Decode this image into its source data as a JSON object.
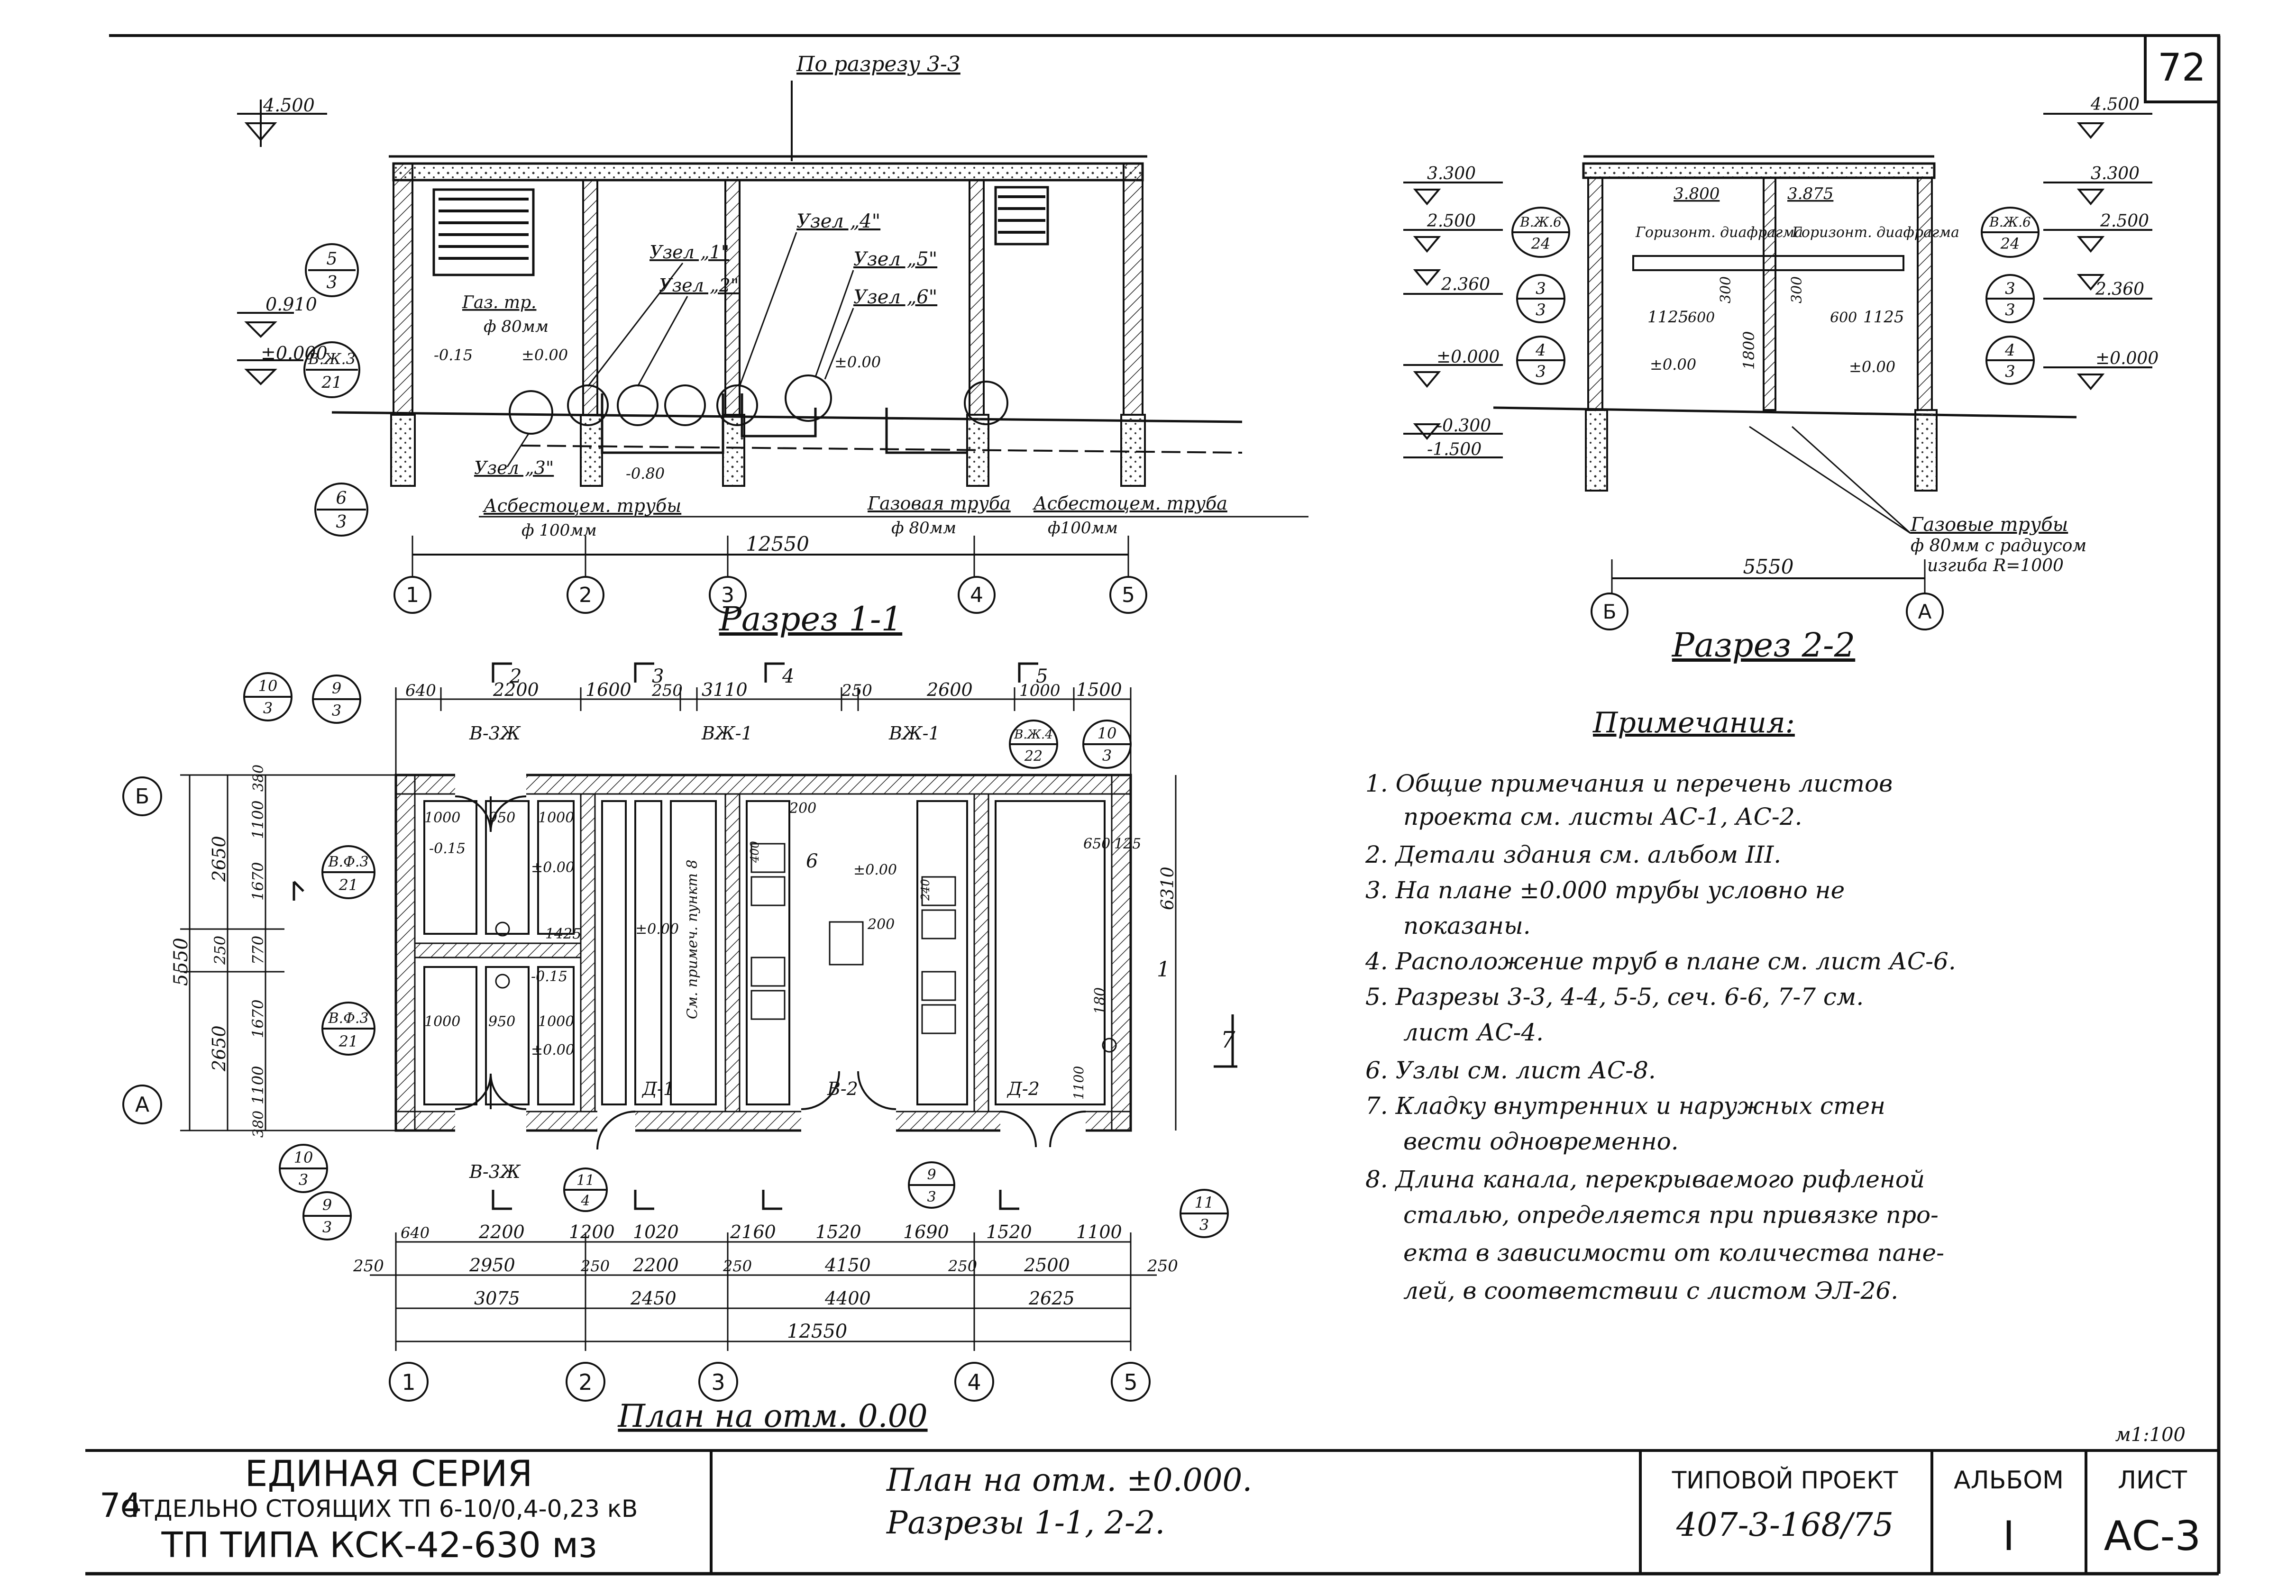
{
  "sheet_number": "72",
  "section_1_1": {
    "title": "Разрез 1-1",
    "ref_label": "По разрезу 3-3",
    "levels": [
      "4.500",
      "0.910",
      "±0.000"
    ],
    "callouts": [
      "Узел „1\"",
      "Узел „2\"",
      "Узел „3\"",
      "Узел „4\"",
      "Узел „5\"",
      "Узел „6\""
    ],
    "pipe_labels": [
      "Газ. тр.",
      "ф 80мм",
      "Асбестоцем. трубы",
      "ф 100мм",
      "Газовая труба",
      "ф 80мм",
      "Асбестоцем. труба",
      "ф100мм"
    ],
    "local_levels": [
      "-0.15",
      "±0.00",
      "-0.80",
      "±0.00"
    ],
    "dim_total": "12550",
    "axes": [
      "1",
      "2",
      "3",
      "4",
      "5"
    ],
    "circle_marks": [
      {
        "top": "5",
        "bottom": "3"
      },
      {
        "top": "В.Ж.3",
        "bottom": "21"
      },
      {
        "top": "6",
        "bottom": "3"
      }
    ]
  },
  "section_2_2": {
    "title": "Разрез 2-2",
    "levels_left": [
      "3.300",
      "2.500",
      "2.360",
      "±0.000",
      "-0.300",
      "-1.500"
    ],
    "levels_right": [
      "4.500",
      "3.300",
      "2.500",
      "2.360",
      "±0.000"
    ],
    "labels": [
      "Горизонт. диафрагма",
      "Горизонт. диафрагма"
    ],
    "dims": [
      "3.800",
      "3.875",
      "1125",
      "600",
      "300",
      "1800",
      "300",
      "600",
      "1125"
    ],
    "local_levels": [
      "±0.00",
      "±0.00"
    ],
    "pipe_note": [
      "Газовые трубы",
      "ф 80мм с радиусом",
      "изгиба R=1000"
    ],
    "dim_total": "5550",
    "axes": [
      "Б",
      "А"
    ],
    "circle_marks": [
      {
        "top": "В.Ж.6",
        "bottom": "24"
      },
      {
        "top": "3",
        "bottom": "3"
      },
      {
        "top": "4",
        "bottom": "3"
      },
      {
        "top": "В.Ж.6",
        "bottom": "24"
      },
      {
        "top": "3",
        "bottom": "3"
      },
      {
        "top": "4",
        "bottom": "3"
      }
    ]
  },
  "plan": {
    "title": "План на отм. 0.00",
    "top_dims": [
      "640",
      "2200",
      "1600",
      "250",
      "3110",
      "250",
      "2600",
      "1000",
      "1500"
    ],
    "bottom_dims_1": [
      "640",
      "2200",
      "1200",
      "1020",
      "2160",
      "1520",
      "1690",
      "1520",
      "1100"
    ],
    "bottom_dims_2": [
      "250",
      "2950",
      "250",
      "2200",
      "250",
      "4150",
      "250",
      "2500",
      "250"
    ],
    "bottom_dims_3": [
      "3075",
      "2450",
      "4400",
      "2625"
    ],
    "dim_total": "12550",
    "left_dims": [
      "380",
      "1100",
      "1670",
      "770",
      "250",
      "1670",
      "1100",
      "380"
    ],
    "left_dims_2": [
      "2650",
      "250",
      "2650"
    ],
    "left_total": "5550",
    "right_dims": [
      "6310",
      "650",
      "125",
      "180",
      "1100"
    ],
    "rooms": [
      "В-3Ж",
      "ВЖ-1",
      "ВЖ-1",
      "В-2",
      "Д-1",
      "Д-2",
      "В-3Ж"
    ],
    "inner_dims": [
      "1000",
      "950",
      "1000",
      "1425",
      "1000",
      "950",
      "1000",
      "400",
      "240",
      "200",
      "200"
    ],
    "local_levels": [
      "-0.15",
      "±0.00",
      "±0.00",
      "±0.00",
      "-0.15",
      "±0.00"
    ],
    "room_note": "См. примеч. пункт 8",
    "section_marks": [
      "2",
      "3",
      "4",
      "5",
      "6",
      "7",
      "1"
    ],
    "axes_h": [
      "1",
      "2",
      "3",
      "4",
      "5"
    ],
    "axes_v": [
      "Б",
      "А"
    ],
    "circle_marks": [
      {
        "top": "10",
        "bottom": "3"
      },
      {
        "top": "9",
        "bottom": "3"
      },
      {
        "top": "В.Ж.4",
        "bottom": "22"
      },
      {
        "top": "10",
        "bottom": "3"
      },
      {
        "top": "В.Ф.3",
        "bottom": "21"
      },
      {
        "top": "В.Ф.3",
        "bottom": "21"
      },
      {
        "top": "10",
        "bottom": "3"
      },
      {
        "top": "9",
        "bottom": "3"
      },
      {
        "top": "11",
        "bottom": "4"
      },
      {
        "top": "9",
        "bottom": "3"
      },
      {
        "top": "11",
        "bottom": "3"
      }
    ]
  },
  "notes": {
    "title": "Примечания:",
    "items": [
      "1. Общие примечания и перечень листов проекта см. листы АС-1, АС-2.",
      "2. Детали здания см. альбом III.",
      "3. На плане ±0.000 трубы условно не показаны.",
      "4. Расположение труб в плане см. лист АС-6.",
      "5. Разрезы 3-3, 4-4, 5-5, сеч. 6-6, 7-7 см. лист АС-4.",
      "6. Узлы см. лист АС-8.",
      "7. Кладку внутренних и наружных стен вести одновременно.",
      "8. Длина канала, перекрываемого рифленой сталью, определяется при привязке проекта в зависимости от количества панелей, в соответствии с листом ЭЛ-26."
    ]
  },
  "scale": "м1:100",
  "title_block": {
    "left_number": "74",
    "series_line1": "ЕДИНАЯ СЕРИЯ",
    "series_line2": "ОТДЕЛЬНО СТОЯЩИХ ТП 6-10/0,4-0,23 кВ",
    "series_line3": "ТП ТИПА КСК-42-630 мз",
    "drawing_title_1": "План на отм. ±0.000.",
    "drawing_title_2": "Разрезы 1-1, 2-2.",
    "project_label": "ТИПОВОЙ ПРОЕКТ",
    "project_number": "407-3-168/75",
    "album_label": "АЛЬБОМ",
    "album_value": "I",
    "sheet_label": "ЛИСТ",
    "sheet_value": "АС-3"
  }
}
